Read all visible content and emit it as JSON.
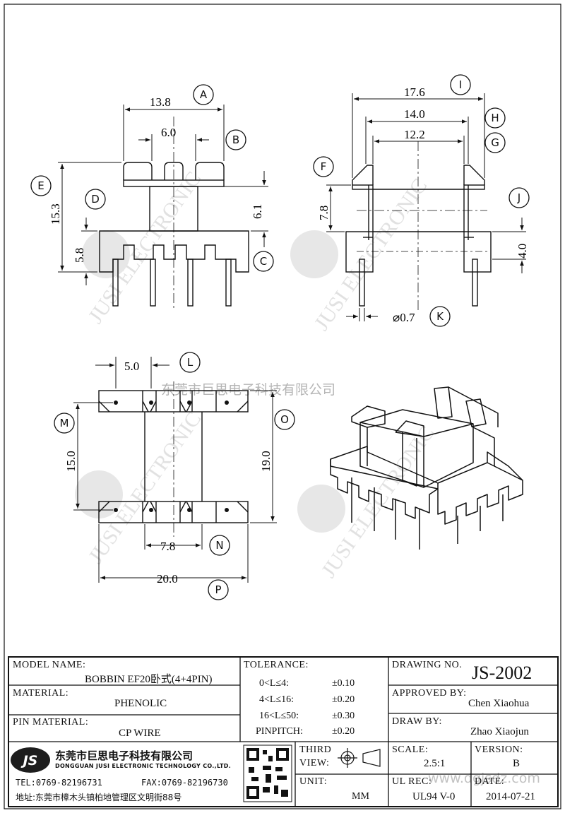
{
  "watermarks": {
    "brand_cn": "东莞市巨思电子科技有限公司",
    "brand_en": "JUSI ELECTRONIC",
    "site": "www.dgjsdz.com"
  },
  "views": {
    "front": {
      "dims": {
        "A": "13.8",
        "B": "6.0",
        "E": "15.3",
        "D": "5.8",
        "C": "6.1"
      }
    },
    "side": {
      "dims": {
        "I": "17.6",
        "H": "14.0",
        "G": "12.2",
        "F": "7.8",
        "J": "4.0",
        "K": "⌀0.7"
      }
    },
    "bottom": {
      "dims": {
        "L": "5.0",
        "M": "15.0",
        "O": "19.0",
        "N": "7.8",
        "P": "20.0"
      }
    }
  },
  "balloons": [
    "A",
    "B",
    "C",
    "D",
    "E",
    "F",
    "G",
    "H",
    "I",
    "J",
    "K",
    "L",
    "M",
    "N",
    "O",
    "P"
  ],
  "title_block": {
    "model_label": "MODEL NAME:",
    "model_value": "BOBBIN EF20卧式(4+4PIN)",
    "material_label": "MATERIAL:",
    "material_value": "PHENOLIC",
    "pin_material_label": "PIN MATERIAL:",
    "pin_material_value": "CP WIRE",
    "company_cn": "东莞市巨思电子科技有限公司",
    "company_en": "DONGGUAN JUSI ELECTRONIC TECHNOLOGY CO.,LTD.",
    "logo_text": "JS",
    "tel": "TEL:0769-82196731",
    "fax": "FAX:0769-82196730",
    "address": "地址:东莞市樟木头镇柏地管理区文明街88号",
    "tolerance_label": "TOLERANCE:",
    "tolerances": [
      {
        "range": "0<L≤4:",
        "value": "±0.10"
      },
      {
        "range": "4<L≤16:",
        "value": "±0.20"
      },
      {
        "range": "16<L≤50:",
        "value": "±0.30"
      },
      {
        "range": "PINPITCH:",
        "value": "±0.20"
      }
    ],
    "third_view_label_1": "THIRD",
    "third_view_label_2": "VIEW:",
    "unit_label": "UNIT:",
    "unit_value": "MM",
    "drawing_no_label": "DRAWING NO.",
    "drawing_no_value": "JS-2002",
    "approved_label": "APPROVED BY:",
    "approved_value": "Chen Xiaohua",
    "draw_by_label": "DRAW BY:",
    "draw_by_value": "Zhao Xiaojun",
    "scale_label": "SCALE:",
    "scale_value": "2.5:1",
    "version_label": "VERSION:",
    "version_value": "B",
    "ul_rec_label": "UL REC:",
    "ul_rec_value": "UL94 V-0",
    "date_label": "DATE:",
    "date_value": "2014-07-21"
  }
}
